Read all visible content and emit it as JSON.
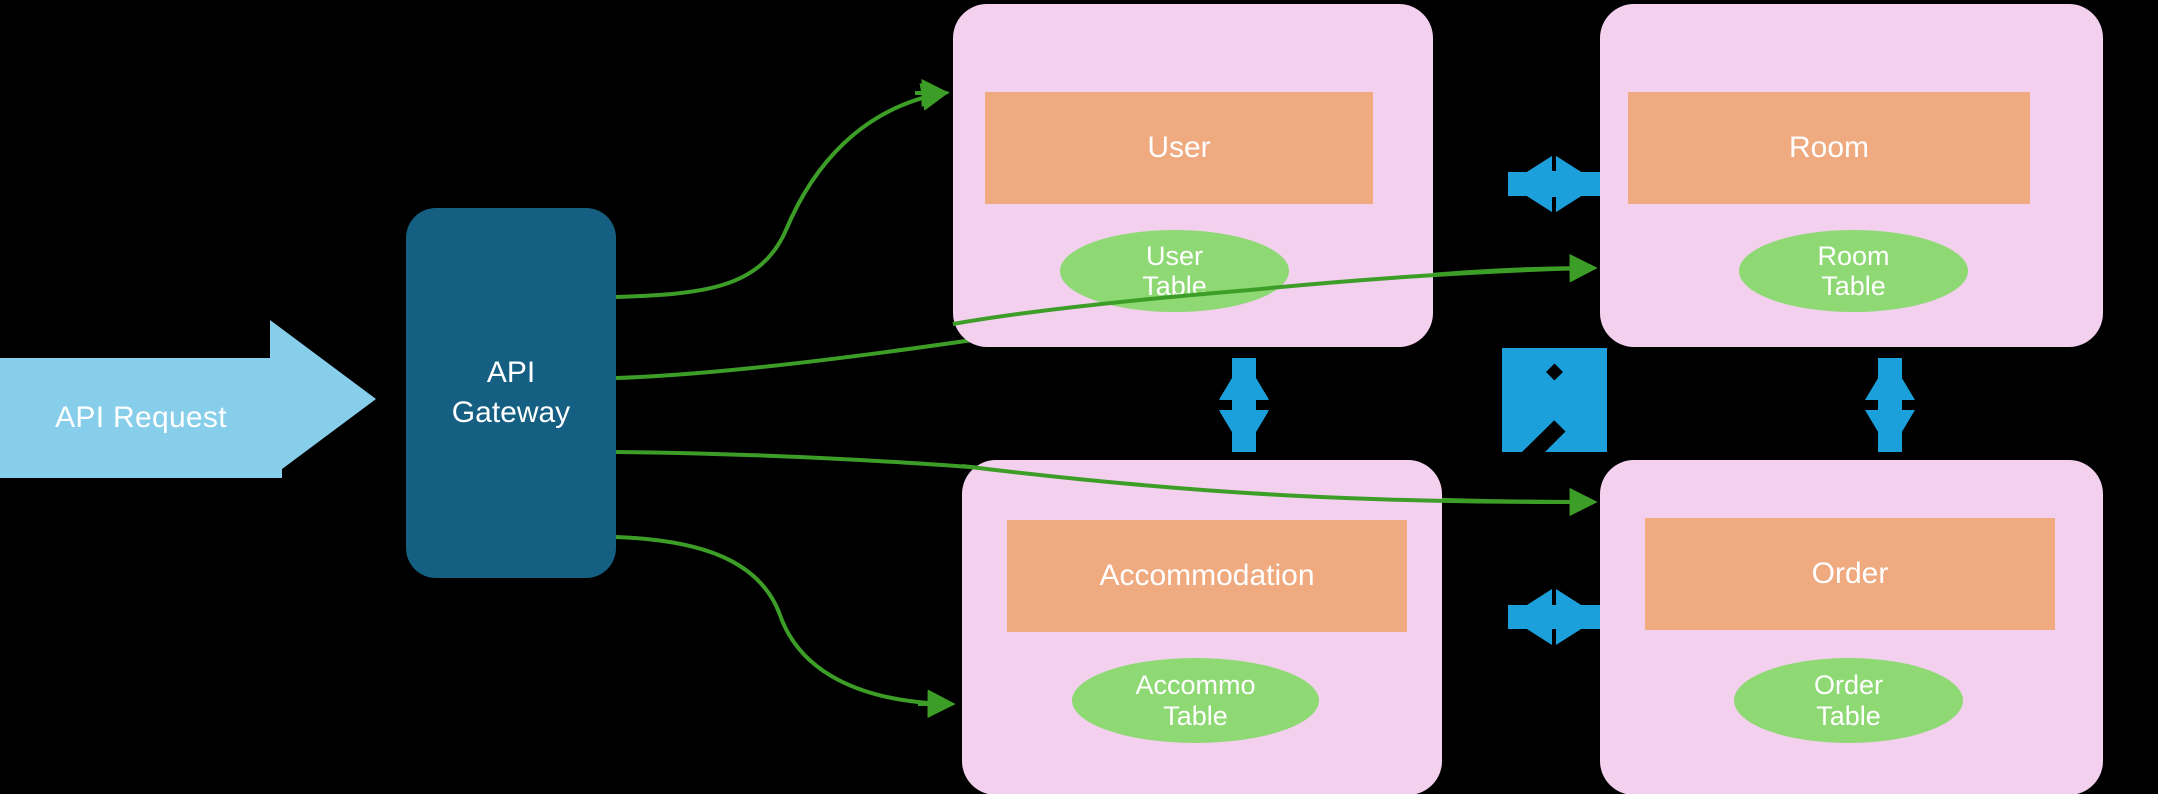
{
  "diagram": {
    "title": "API Gateway microservice and database architecture",
    "background_color": "#000000",
    "colors": {
      "request_arrow": "#87CEEB",
      "gateway": "#156082",
      "panel": "#F2D0EE",
      "service": "#F0AA80",
      "table": "#8ED973",
      "routing_arrow": "#3C9E27",
      "sync_arrow": "#1CA0DB",
      "text": "#FFFFFF"
    }
  },
  "entry": {
    "label": "API Request",
    "icon": "right-block-arrow-icon"
  },
  "gateway": {
    "label": "API\nGateway"
  },
  "panels": [
    {
      "id": "user",
      "service_label": "User",
      "table_label": "User\nTable"
    },
    {
      "id": "room",
      "service_label": "Room",
      "table_label": "Room\nTable"
    },
    {
      "id": "accom",
      "service_label": "Accommodation",
      "table_label": "Accommo\nTable"
    },
    {
      "id": "order",
      "service_label": "Order",
      "table_label": "Order\nTable"
    }
  ],
  "connectors": {
    "routing": [
      {
        "name": "gateway-to-user",
        "from": "API Gateway",
        "to": "User"
      },
      {
        "name": "gateway-to-room",
        "from": "API Gateway",
        "to": "Room"
      },
      {
        "name": "gateway-to-order",
        "from": "API Gateway",
        "to": "Order"
      },
      {
        "name": "gateway-to-accommodation",
        "from": "API Gateway",
        "to": "Accommodation"
      }
    ],
    "sync": [
      {
        "name": "user-room",
        "type": "horizontal-double-arrow"
      },
      {
        "name": "user-accommodation",
        "type": "vertical-double-arrow"
      },
      {
        "name": "room-order",
        "type": "vertical-double-arrow"
      },
      {
        "name": "accommodation-order",
        "type": "horizontal-double-arrow"
      },
      {
        "name": "cross-diagonal",
        "type": "four-way-cross-arrow"
      }
    ]
  }
}
